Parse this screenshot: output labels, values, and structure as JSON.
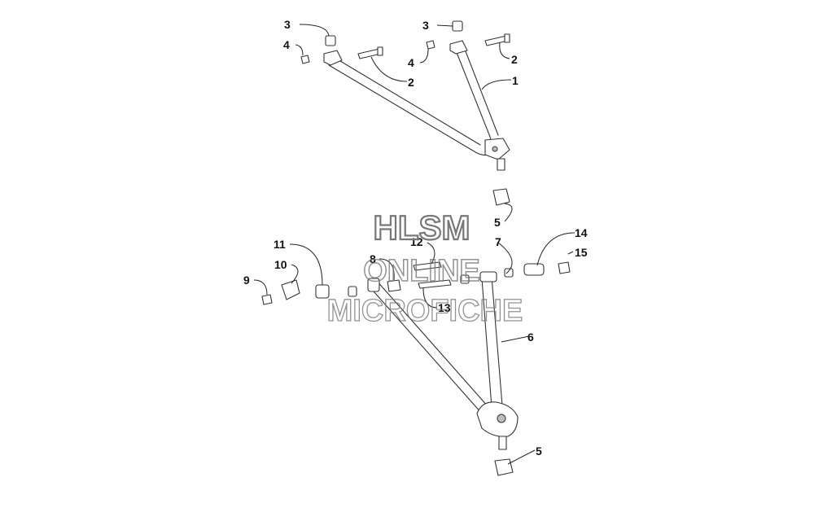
{
  "diagram": {
    "callouts": [
      {
        "id": "c-3a",
        "label": "3"
      },
      {
        "id": "c-4a",
        "label": "4"
      },
      {
        "id": "c-2a",
        "label": "2"
      },
      {
        "id": "c-3b",
        "label": "3"
      },
      {
        "id": "c-4b",
        "label": "4"
      },
      {
        "id": "c-2b",
        "label": "2"
      },
      {
        "id": "c-1",
        "label": "1"
      },
      {
        "id": "c-5a",
        "label": "5"
      },
      {
        "id": "c-12",
        "label": "12"
      },
      {
        "id": "c-7",
        "label": "7"
      },
      {
        "id": "c-14",
        "label": "14"
      },
      {
        "id": "c-15",
        "label": "15"
      },
      {
        "id": "c-11",
        "label": "11"
      },
      {
        "id": "c-8",
        "label": "8"
      },
      {
        "id": "c-10",
        "label": "10"
      },
      {
        "id": "c-9",
        "label": "9"
      },
      {
        "id": "c-13",
        "label": "13"
      },
      {
        "id": "c-6",
        "label": "6"
      },
      {
        "id": "c-5b",
        "label": "5"
      }
    ]
  },
  "watermark": {
    "line1": "HLSM",
    "line2": "ONLINE",
    "line3": "MICROFICHE"
  }
}
